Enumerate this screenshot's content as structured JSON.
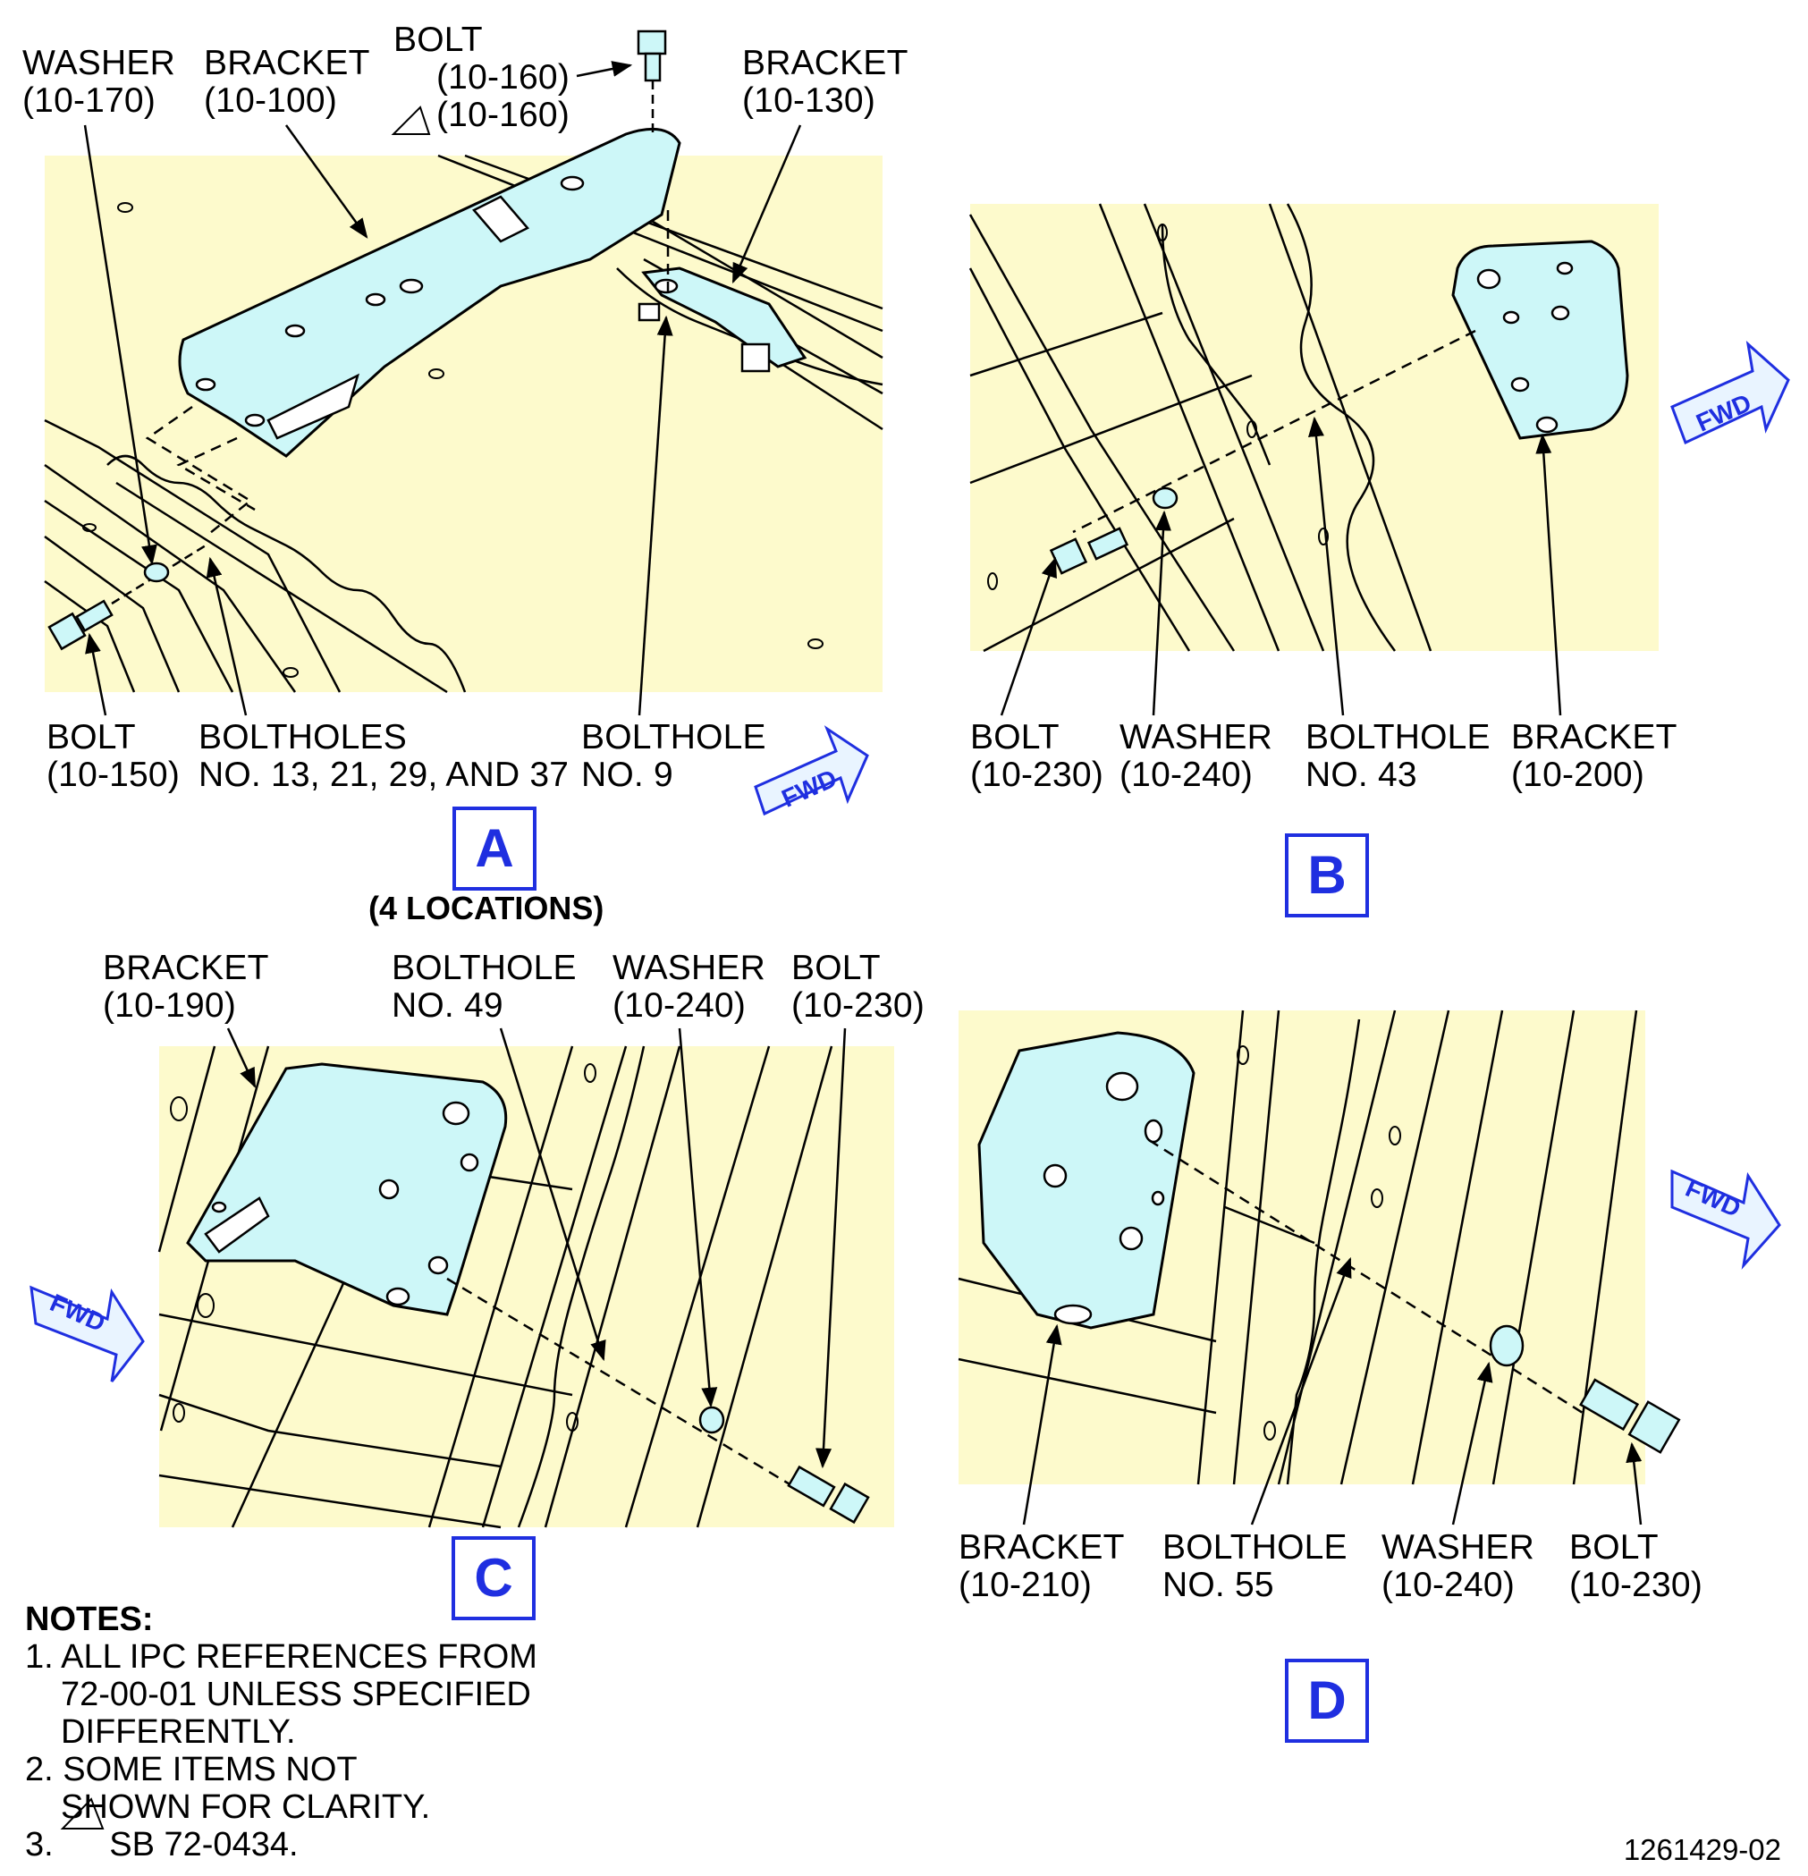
{
  "colors": {
    "panel_fill": "#fdfacc",
    "part_fill": "#cdf7f8",
    "view_letter": "#1f2fe0",
    "fwd_arrow_fill": "#e9f4ff",
    "fwd_arrow_stroke": "#1f2fe0"
  },
  "fwd_label": "FWD",
  "views": {
    "A": {
      "letter": "A",
      "subtitle": "(4 LOCATIONS)",
      "labels": {
        "washer": {
          "line1": "WASHER",
          "line2": "(10-170)"
        },
        "bracket_100": {
          "line1": "BRACKET",
          "line2": "(10-100)"
        },
        "bolt_160": {
          "line1": "BOLT",
          "line2": "(10-160)",
          "line3": "(10-160)"
        },
        "bracket_130": {
          "line1": "BRACKET",
          "line2": "(10-130)"
        },
        "bolt_150": {
          "line1": "BOLT",
          "line2": "(10-150)"
        },
        "boltholes": {
          "line1": "BOLTHOLES",
          "line2": "NO. 13, 21, 29, AND 37"
        },
        "bolthole_9": {
          "line1": "BOLTHOLE",
          "line2": "NO. 9"
        }
      }
    },
    "B": {
      "letter": "B",
      "labels": {
        "bolt": {
          "line1": "BOLT",
          "line2": "(10-230)"
        },
        "washer": {
          "line1": "WASHER",
          "line2": "(10-240)"
        },
        "bolthole": {
          "line1": "BOLTHOLE",
          "line2": "NO. 43"
        },
        "bracket": {
          "line1": "BRACKET",
          "line2": "(10-200)"
        }
      }
    },
    "C": {
      "letter": "C",
      "labels": {
        "bracket": {
          "line1": "BRACKET",
          "line2": "(10-190)"
        },
        "bolthole": {
          "line1": "BOLTHOLE",
          "line2": "NO. 49"
        },
        "washer": {
          "line1": "WASHER",
          "line2": "(10-240)"
        },
        "bolt": {
          "line1": "BOLT",
          "line2": "(10-230)"
        }
      }
    },
    "D": {
      "letter": "D",
      "labels": {
        "bracket": {
          "line1": "BRACKET",
          "line2": "(10-210)"
        },
        "bolthole": {
          "line1": "BOLTHOLE",
          "line2": "NO. 55"
        },
        "washer": {
          "line1": "WASHER",
          "line2": "(10-240)"
        },
        "bolt": {
          "line1": "BOLT",
          "line2": "(10-230)"
        }
      }
    }
  },
  "notes": {
    "heading": "NOTES:",
    "items": [
      {
        "line1": "1. ALL IPC REFERENCES FROM",
        "line2": "72-00-01 UNLESS SPECIFIED",
        "line3": "DIFFERENTLY."
      },
      {
        "line1": "2. SOME ITEMS NOT",
        "line2": "SHOWN FOR CLARITY."
      },
      {
        "line1": "3.",
        "line2": "SB 72-0434."
      }
    ]
  },
  "figure_number": "1261429-02"
}
